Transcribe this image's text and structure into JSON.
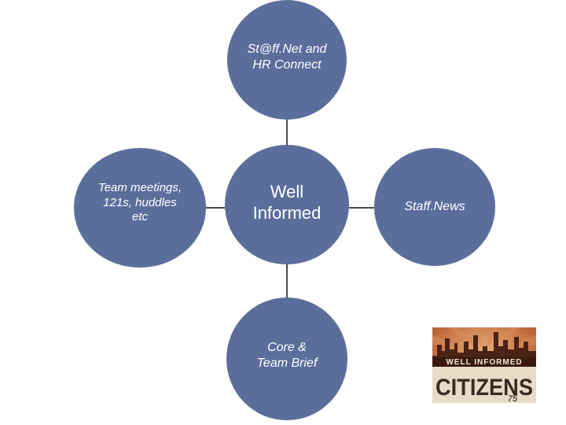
{
  "nodes": {
    "top": "St@ff.Net and\nHR Connect",
    "left": "Team meetings,\n121s, huddles\netc",
    "center": "Well\nInformed",
    "right": "Staff.News",
    "bottom": "Core &\nTeam Brief"
  },
  "logo": {
    "line1": "WELL INFORMED",
    "line2": "CITIZENS"
  },
  "page_number": "75",
  "colors": {
    "circle": "#5b6e9b",
    "connector": "#4a4a4a",
    "logo_background": "#c27040"
  }
}
